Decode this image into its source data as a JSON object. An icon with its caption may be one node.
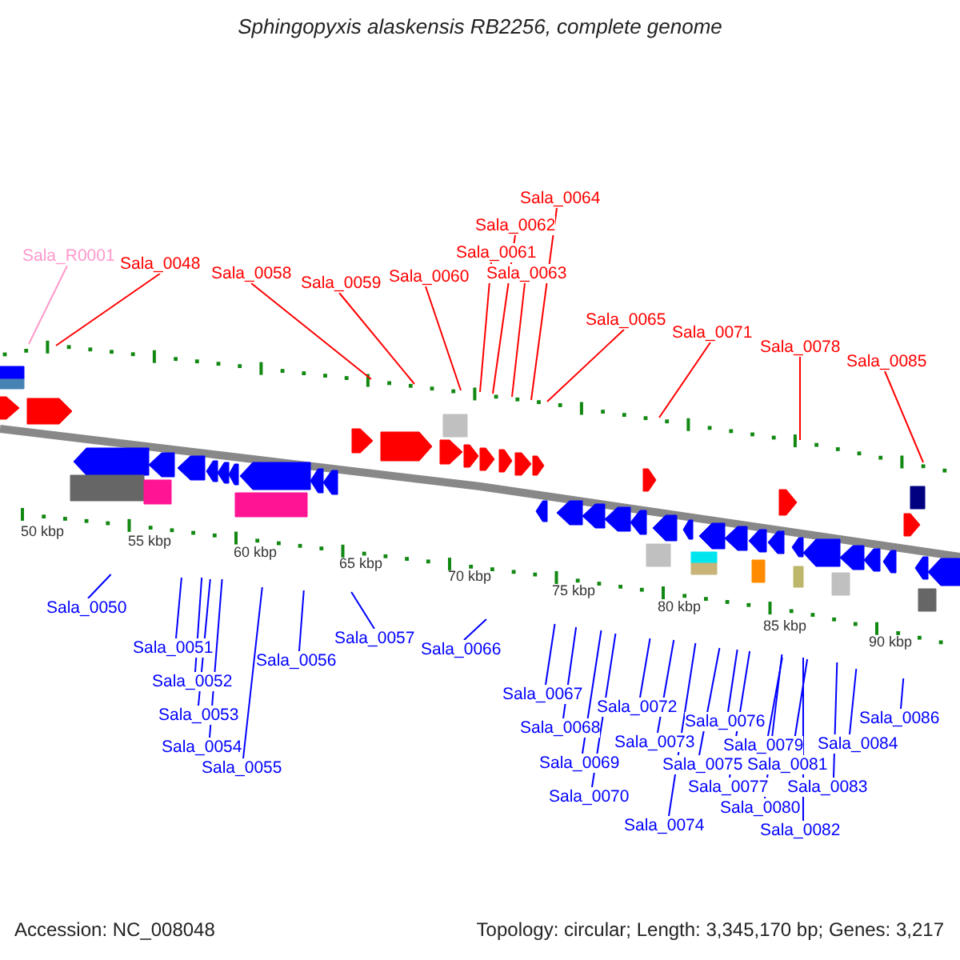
{
  "diagram": {
    "title": "Sphingopyxis alaskensis RB2256, complete genome",
    "nodes": [
      {
        "text": [
          "Sala_R0001"
        ]
      },
      {
        "text": [
          "Sala_0048"
        ]
      },
      {
        "text": [
          "Sala_0058"
        ]
      },
      {
        "text": [
          "Sala_0059"
        ]
      },
      {
        "text": [
          "Sala_0060"
        ]
      },
      {
        "text": [
          "Sala_0061"
        ]
      },
      {
        "text": [
          "Sala_0062"
        ]
      },
      {
        "text": [
          "Sala_0063"
        ]
      },
      {
        "text": [
          "Sala_0064"
        ]
      },
      {
        "text": [
          "Sala_0065"
        ]
      },
      {
        "text": [
          "Sala_0071"
        ]
      },
      {
        "text": [
          "Sala_0078"
        ]
      },
      {
        "text": [
          "Sala_0085"
        ]
      },
      {
        "text": [
          "Sala_0050"
        ]
      },
      {
        "text": [
          "Sala_0051"
        ]
      },
      {
        "text": [
          "Sala_0052"
        ]
      },
      {
        "text": [
          "Sala_0053"
        ]
      },
      {
        "text": [
          "Sala_0054"
        ]
      },
      {
        "text": [
          "Sala_0055"
        ]
      },
      {
        "text": [
          "Sala_0056"
        ]
      },
      {
        "text": [
          "Sala_0057"
        ]
      },
      {
        "text": [
          "Sala_0066"
        ]
      },
      {
        "text": [
          "Sala_0067"
        ]
      },
      {
        "text": [
          "Sala_0068"
        ]
      },
      {
        "text": [
          "Sala_0069"
        ]
      },
      {
        "text": [
          "Sala_0070"
        ]
      },
      {
        "text": [
          "Sala_0072"
        ]
      },
      {
        "text": [
          "Sala_0073"
        ]
      },
      {
        "text": [
          "Sala_0074"
        ]
      },
      {
        "text": [
          "Sala_0075"
        ]
      },
      {
        "text": [
          "Sala_0076"
        ]
      },
      {
        "text": [
          "Sala_0077"
        ]
      },
      {
        "text": [
          "Sala_0079"
        ]
      },
      {
        "text": [
          "Sala_0080"
        ]
      },
      {
        "text": [
          "Sala_0081"
        ]
      },
      {
        "text": [
          "Sala_0082"
        ]
      },
      {
        "text": [
          "Sala_0083"
        ]
      },
      {
        "text": [
          "Sala_0084"
        ]
      },
      {
        "text": [
          "Sala_0086"
        ]
      }
    ],
    "edges": [
      {
        "from": 0,
        "to": null,
        "arrow": "none",
        "color": "#ff99cc"
      },
      {
        "from": 1,
        "to": null,
        "arrow": "none",
        "color": "#ff0000"
      },
      {
        "from": 2,
        "to": null,
        "arrow": "none",
        "color": "#ff0000"
      },
      {
        "from": 3,
        "to": null,
        "arrow": "none",
        "color": "#ff0000"
      },
      {
        "from": 4,
        "to": null,
        "arrow": "none",
        "color": "#ff0000"
      },
      {
        "from": 5,
        "to": null,
        "arrow": "none",
        "color": "#ff0000"
      },
      {
        "from": 6,
        "to": null,
        "arrow": "none",
        "color": "#ff0000"
      },
      {
        "from": 7,
        "to": null,
        "arrow": "none",
        "color": "#ff0000"
      },
      {
        "from": 8,
        "to": null,
        "arrow": "none",
        "color": "#ff0000"
      },
      {
        "from": 9,
        "to": null,
        "arrow": "none",
        "color": "#ff0000"
      },
      {
        "from": 10,
        "to": null,
        "arrow": "none",
        "color": "#ff0000"
      },
      {
        "from": 11,
        "to": null,
        "arrow": "none",
        "color": "#ff0000"
      },
      {
        "from": 12,
        "to": null,
        "arrow": "none",
        "color": "#ff0000"
      },
      {
        "from": 13,
        "to": null,
        "arrow": "none"
      },
      {
        "from": 14,
        "to": null,
        "arrow": "none"
      },
      {
        "from": 15,
        "to": null,
        "arrow": "none"
      },
      {
        "from": 16,
        "to": null,
        "arrow": "none"
      },
      {
        "from": 17,
        "to": null,
        "arrow": "none"
      },
      {
        "from": 18,
        "to": null,
        "arrow": "none"
      },
      {
        "from": 19,
        "to": null,
        "arrow": "none"
      },
      {
        "from": 20,
        "to": null,
        "arrow": "none"
      },
      {
        "from": 21,
        "to": null,
        "arrow": "none"
      },
      {
        "from": 22,
        "to": null,
        "arrow": "none"
      },
      {
        "from": 23,
        "to": null,
        "arrow": "none"
      },
      {
        "from": 24,
        "to": null,
        "arrow": "none"
      },
      {
        "from": 25,
        "to": null,
        "arrow": "none"
      },
      {
        "from": 26,
        "to": null,
        "arrow": "none"
      },
      {
        "from": 27,
        "to": null,
        "arrow": "none"
      },
      {
        "from": 28,
        "to": null,
        "arrow": "none"
      },
      {
        "from": 29,
        "to": null,
        "arrow": "none"
      },
      {
        "from": 30,
        "to": null,
        "arrow": "none"
      },
      {
        "from": 31,
        "to": null,
        "arrow": "none"
      },
      {
        "from": 32,
        "to": null,
        "arrow": "none"
      },
      {
        "from": 33,
        "to": null,
        "arrow": "none"
      },
      {
        "from": 34,
        "to": null,
        "arrow": "none"
      },
      {
        "from": 35,
        "to": null,
        "arrow": "none"
      },
      {
        "from": 36,
        "to": null,
        "arrow": "none"
      },
      {
        "from": 37,
        "to": null,
        "arrow": "none"
      },
      {
        "from": 38,
        "to": null,
        "arrow": "none"
      }
    ],
    "labels": [
      "50 kbp",
      "55 kbp",
      "60 kbp",
      "65 kbp",
      "70 kbp",
      "75 kbp",
      "80 kbp",
      "85 kbp",
      "90 kbp",
      "Accession: NC_008048",
      "Topology: circular; Length: 3,345,170 bp; Genes: 3,217"
    ]
  }
}
